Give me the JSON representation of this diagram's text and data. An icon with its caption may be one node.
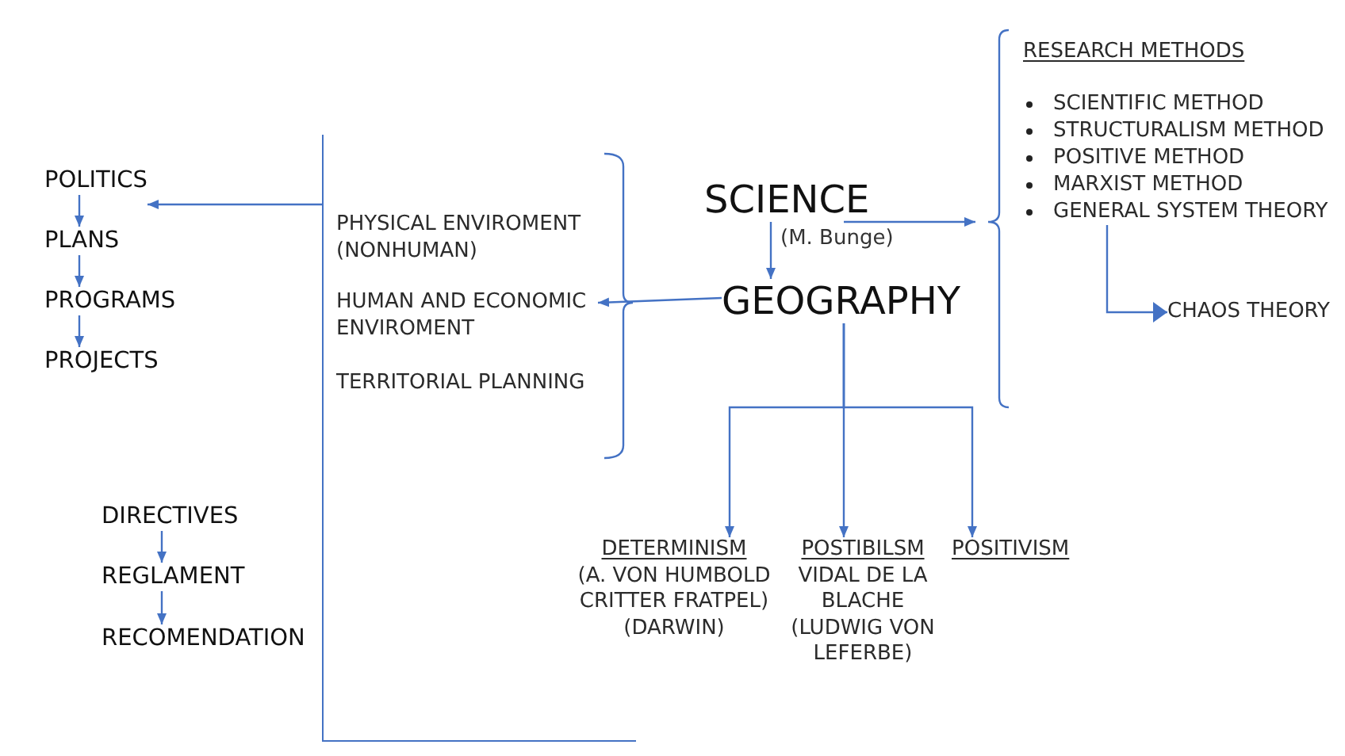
{
  "diagram": {
    "nodes": [
      {
        "text": [
          "POLITICS"
        ]
      },
      {
        "text": [
          "PLANS"
        ]
      },
      {
        "text": [
          "PROGRAMS"
        ]
      },
      {
        "text": [
          "PROJECTS"
        ]
      },
      {
        "text": [],
        "shape": "bracket"
      },
      {
        "text": [
          "PHYSICAL ENVIROMENT (NONHUMAN)"
        ],
        "in": 4
      },
      {
        "text": [
          "HUMAN AND ECONOMIC ENVIROMENT"
        ],
        "in": 4
      },
      {
        "text": [
          "TERRITORIAL PLANNING"
        ],
        "in": 4
      },
      {
        "text": [
          "SCIENCE"
        ],
        "beside": [
          "(M. Bunge)"
        ]
      },
      {
        "text": [
          "GEOGRAPHY"
        ]
      },
      {
        "text": [
          "RESEARCH METHODS"
        ]
      },
      {
        "text": [
          "SCIENTIFIC METHOD",
          "STRUCTURALISM METHOD",
          "POSITIVE METHOD",
          "MARXIST METHOD",
          "GENERAL SYSTEM THEORY"
        ],
        "in": 10
      },
      {
        "text": [
          "CHAOS THEORY"
        ],
        "in": 10
      },
      {
        "text": [
          "DETERMINISM",
          "(A. VON HUMBOLD CRITTER FRATPEL)",
          "(DARWIN)"
        ]
      },
      {
        "text": [
          "POSTIBILSM",
          "VIDAL DE LA BLACHE",
          "(LUDWIG VON LEFERBE)"
        ]
      },
      {
        "text": [
          "POSITIVISM"
        ]
      },
      {
        "text": [
          "DIRECTIVES"
        ]
      },
      {
        "text": [
          "REGLAMENT"
        ]
      },
      {
        "text": [
          "RECOMENDATION"
        ]
      }
    ],
    "edges": [
      {
        "from": 0,
        "to": 1,
        "arrow": "to"
      },
      {
        "from": 1,
        "to": 2,
        "arrow": "to"
      },
      {
        "from": 2,
        "to": 3,
        "arrow": "to"
      },
      {
        "from": 4,
        "to": 0,
        "arrow": "to"
      },
      {
        "from": 8,
        "to": 9,
        "arrow": "to"
      },
      {
        "from": 9,
        "to": 6,
        "arrow": "to"
      },
      {
        "from": 8,
        "to": 10,
        "arrow": "to"
      },
      {
        "from": 11,
        "to": 12,
        "arrow": "to"
      },
      {
        "from": 9,
        "to": 13,
        "arrow": "to"
      },
      {
        "from": 9,
        "to": 14,
        "arrow": "to"
      },
      {
        "from": 9,
        "to": 15,
        "arrow": "to"
      },
      {
        "from": 16,
        "to": 17,
        "arrow": "to"
      },
      {
        "from": 17,
        "to": 18,
        "arrow": "to"
      }
    ]
  }
}
